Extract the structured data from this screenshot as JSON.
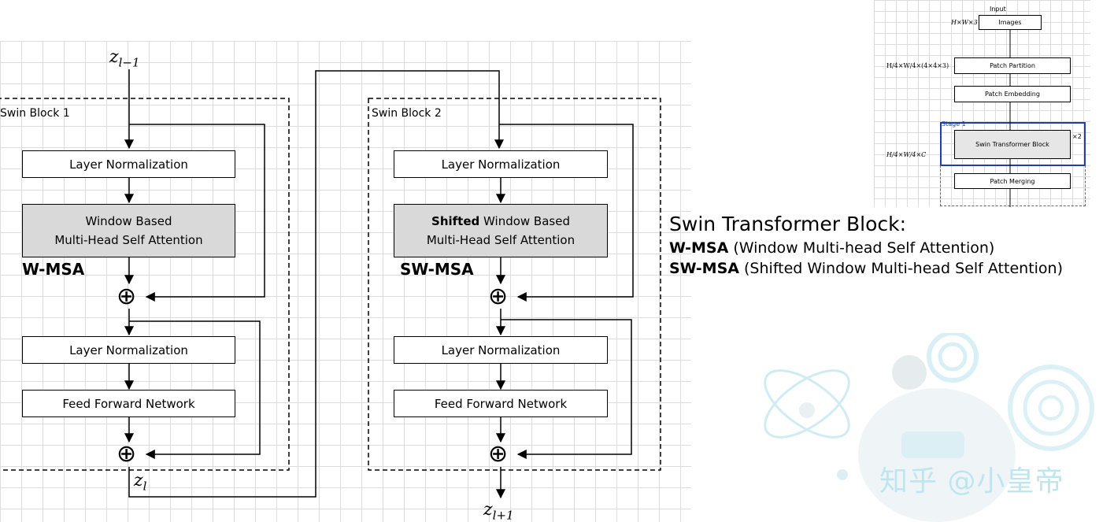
{
  "block1": {
    "title": "Swin Block 1",
    "ln1": "Layer Normalization",
    "attn_line1": "Window Based",
    "attn_line2": "Multi-Head Self Attention",
    "tag": "W-MSA",
    "ln2": "Layer Normalization",
    "ffn": "Feed Forward Network"
  },
  "block2": {
    "title": "Swin Block 2",
    "ln1": "Layer Normalization",
    "attn_bold": "Shifted",
    "attn_line1_rest": " Window Based",
    "attn_line2": "Multi-Head Self Attention",
    "tag": "SW-MSA",
    "ln2": "Layer Normalization",
    "ffn": "Feed Forward Network"
  },
  "vars": {
    "z_prev_base": "z",
    "z_prev_sub": "l−1",
    "z_mid_base": "z",
    "z_mid_sub": "l",
    "z_next_base": "z",
    "z_next_sub": "l+1"
  },
  "adder_symbol": "⊕",
  "caption": {
    "title": "Swin Transformer Block:",
    "line1_bold": "W-MSA",
    "line1_rest": " (Window Multi-head Self Attention)",
    "line2_bold": "SW-MSA",
    "line2_rest": " (Shifted Window Multi-head Self Attention)"
  },
  "thumbnail": {
    "input_label": "Input",
    "dim1": "H×W×3",
    "images": "Images",
    "dim2": "H/4×W/4×(4×4×3)",
    "patch_partition": "Patch Partition",
    "patch_embedding": "Patch Embedding",
    "stage_label": "Stage 1",
    "dim3": "H/4×W/4×C",
    "block": "Swin Transformer Block",
    "times": "×2",
    "patch_merging": "Patch Merging"
  },
  "watermark": "知乎 @小皇帝",
  "colors": {
    "stage_highlight": "#1f3fae",
    "box_gray": "#d9d9d9",
    "grid": "#dcdcdc",
    "watermark": "#bfe6ee"
  }
}
